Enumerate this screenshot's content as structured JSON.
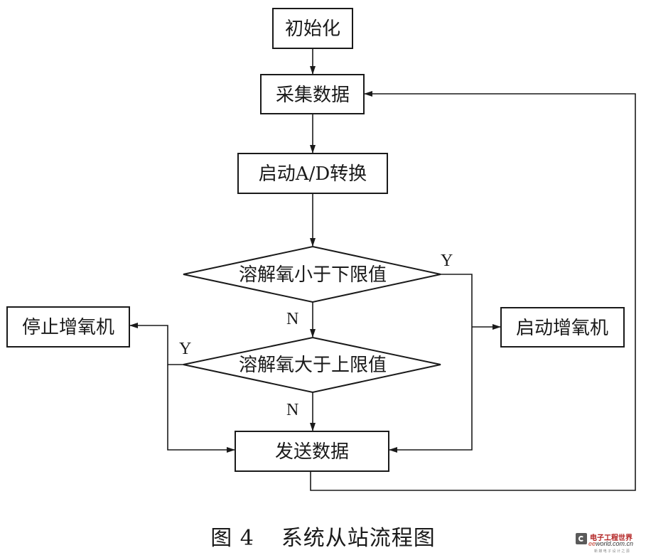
{
  "diagram": {
    "nodes": {
      "init": "初始化",
      "collect": "采集数据",
      "adc": "启动A/D转换",
      "check_low": "溶解氧小于下限值",
      "check_high": "溶解氧大于上限值",
      "stop_aerator": "停止增氧机",
      "start_aerator": "启动增氧机",
      "send": "发送数据"
    },
    "edge_labels": {
      "low_yes": "Y",
      "low_no": "N",
      "high_yes": "Y",
      "high_no": "N"
    },
    "edges": [
      {
        "from": "初始化",
        "to": "采集数据"
      },
      {
        "from": "采集数据",
        "to": "启动A/D转换"
      },
      {
        "from": "启动A/D转换",
        "to": "溶解氧小于下限值"
      },
      {
        "from": "溶解氧小于下限值",
        "to": "溶解氧大于上限值",
        "label": "N"
      },
      {
        "from": "溶解氧小于下限值",
        "to": "启动增氧机",
        "label": "Y"
      },
      {
        "from": "溶解氧小于下限值",
        "to": "发送数据",
        "label": "Y"
      },
      {
        "from": "溶解氧大于上限值",
        "to": "停止增氧机",
        "label": "Y"
      },
      {
        "from": "溶解氧大于上限值",
        "to": "发送数据",
        "label": "Y"
      },
      {
        "from": "溶解氧大于上限值",
        "to": "发送数据",
        "label": "N"
      },
      {
        "from": "发送数据",
        "to": "采集数据"
      }
    ]
  },
  "caption": {
    "figure_number": "图 4",
    "title": "系统从站流程图"
  },
  "watermark": {
    "cn": "电子工程世界",
    "en_prefix": "ee",
    "en_suffix": "world.com.cn",
    "sub": "新 媒 电 子 设 计 之 源"
  }
}
